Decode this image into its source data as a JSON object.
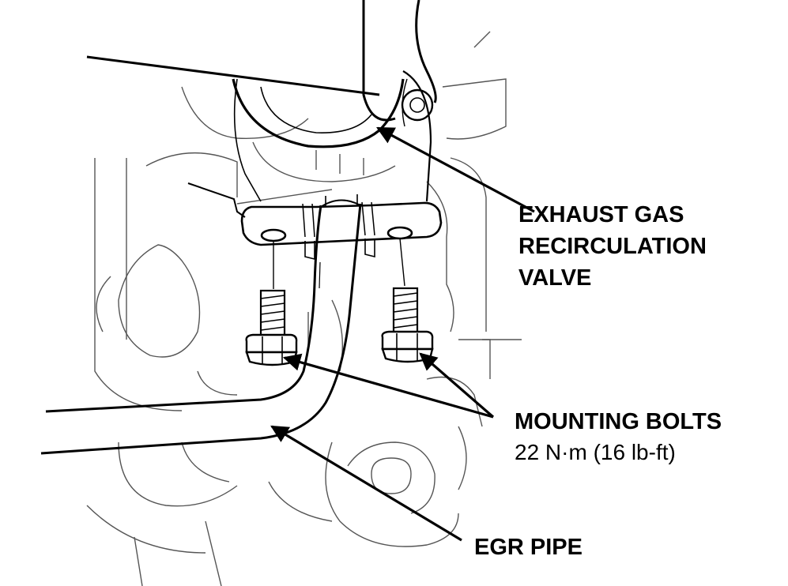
{
  "labels": {
    "egr_valve_line1": "EXHAUST GAS",
    "egr_valve_line2": "RECIRCULATION",
    "egr_valve_line3": "VALVE",
    "mounting_bolts": "MOUNTING BOLTS",
    "torque": "22 N·m (16 lb-ft)",
    "egr_pipe": "EGR PIPE"
  },
  "colors": {
    "line": "#000000",
    "faint_line": "#555555",
    "background": "#ffffff"
  }
}
